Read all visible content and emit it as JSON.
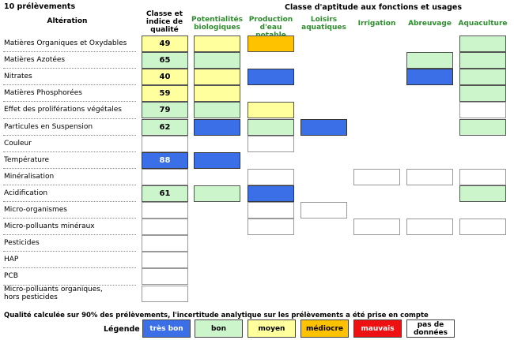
{
  "header": {
    "count": "10 prélèvements",
    "usage_title": "Classe d'aptitude aux fonctions et usages",
    "alteration": "Altération",
    "quality_l1": "Classe et",
    "quality_l2": "indice de",
    "quality_l3": "qualité",
    "usages": [
      {
        "l1": "Potentialités",
        "l2": "biologiques"
      },
      {
        "l1": "Production",
        "l2": "d'eau potable"
      },
      {
        "l1": "Loisirs",
        "l2": "aquatiques"
      },
      {
        "l1": "Irrigation",
        "l2": ""
      },
      {
        "l1": "Abreuvage",
        "l2": ""
      },
      {
        "l1": "Aquaculture",
        "l2": ""
      }
    ]
  },
  "rows": [
    {
      "l1": "Matières Organiques et Oxydables",
      "l2": ""
    },
    {
      "l1": "Matières Azotées",
      "l2": ""
    },
    {
      "l1": "Nitrates",
      "l2": ""
    },
    {
      "l1": "Matières Phosphorées",
      "l2": ""
    },
    {
      "l1": "Effet des proliférations végétales",
      "l2": ""
    },
    {
      "l1": "Particules en Suspension",
      "l2": ""
    },
    {
      "l1": "Couleur",
      "l2": ""
    },
    {
      "l1": "Température",
      "l2": ""
    },
    {
      "l1": "Minéralisation",
      "l2": ""
    },
    {
      "l1": "Acidification",
      "l2": ""
    },
    {
      "l1": "Micro-organismes",
      "l2": ""
    },
    {
      "l1": "Micro-polluants minéraux",
      "l2": ""
    },
    {
      "l1": "Pesticides",
      "l2": ""
    },
    {
      "l1": "HAP",
      "l2": ""
    },
    {
      "l1": "PCB",
      "l2": ""
    },
    {
      "l1": "Micro-polluants organiques,",
      "l2": "hors pesticides"
    }
  ],
  "quality": [
    {
      "class": "moyen",
      "value": "49"
    },
    {
      "class": "bon",
      "value": "65"
    },
    {
      "class": "moyen",
      "value": "40"
    },
    {
      "class": "moyen",
      "value": "59"
    },
    {
      "class": "bon",
      "value": "79"
    },
    {
      "class": "bon",
      "value": "62"
    },
    {
      "class": "pas de données",
      "value": ""
    },
    {
      "class": "très bon",
      "value": "88"
    },
    {
      "class": "pas de données",
      "value": ""
    },
    {
      "class": "bon",
      "value": "61"
    },
    {
      "class": "pas de données",
      "value": ""
    },
    {
      "class": "pas de données",
      "value": ""
    },
    {
      "class": "pas de données",
      "value": ""
    },
    {
      "class": "pas de données",
      "value": ""
    },
    {
      "class": "pas de données",
      "value": ""
    },
    {
      "class": "pas de données",
      "value": ""
    }
  ],
  "usage_classes": [
    [
      "moyen",
      "médiocre",
      null,
      null,
      null,
      "bon"
    ],
    [
      "bon",
      null,
      null,
      null,
      "bon",
      "bon"
    ],
    [
      "moyen",
      "très bon",
      null,
      null,
      "très bon",
      "bon"
    ],
    [
      "moyen",
      null,
      null,
      null,
      null,
      "bon"
    ],
    [
      "bon",
      "moyen",
      null,
      null,
      null,
      "pas de données"
    ],
    [
      "très bon",
      "bon",
      "très bon",
      null,
      null,
      "bon"
    ],
    [
      null,
      "pas de données",
      null,
      null,
      null,
      null
    ],
    [
      "très bon",
      null,
      null,
      null,
      null,
      null
    ],
    [
      null,
      "pas de données",
      null,
      "pas de données",
      "pas de données",
      "pas de données"
    ],
    [
      "bon",
      "très bon",
      null,
      null,
      null,
      "bon"
    ],
    [
      null,
      "pas de données",
      "pas de données",
      null,
      null,
      null
    ],
    [
      null,
      "pas de données",
      null,
      "pas de données",
      "pas de données",
      "pas de données"
    ],
    [
      null,
      null,
      null,
      null,
      null,
      null
    ],
    [
      null,
      null,
      null,
      null,
      null,
      null
    ],
    [
      null,
      null,
      null,
      null,
      null,
      null
    ],
    [
      null,
      null,
      null,
      null,
      null,
      null
    ]
  ],
  "note": "Qualité calculée sur 90% des prélèvements, l'incertitude analytique sur les prélèvements a été prise en compte",
  "legend": {
    "title": "Légende",
    "items": [
      {
        "class": "très bon",
        "l1": "très bon",
        "l2": ""
      },
      {
        "class": "bon",
        "l1": "bon",
        "l2": ""
      },
      {
        "class": "moyen",
        "l1": "moyen",
        "l2": ""
      },
      {
        "class": "médiocre",
        "l1": "médiocre",
        "l2": ""
      },
      {
        "class": "mauvais",
        "l1": "mauvais",
        "l2": ""
      },
      {
        "class": "pas de données",
        "l1": "pas de",
        "l2": "données"
      }
    ]
  },
  "colors": {
    "très bon": "#3a6fe8",
    "bon": "#ccf5cc",
    "moyen": "#ffff9e",
    "médiocre": "#ffc200",
    "mauvais": "#ee1111",
    "pas de données": "#ffffff",
    "usage_header": "#2e8b2e"
  }
}
